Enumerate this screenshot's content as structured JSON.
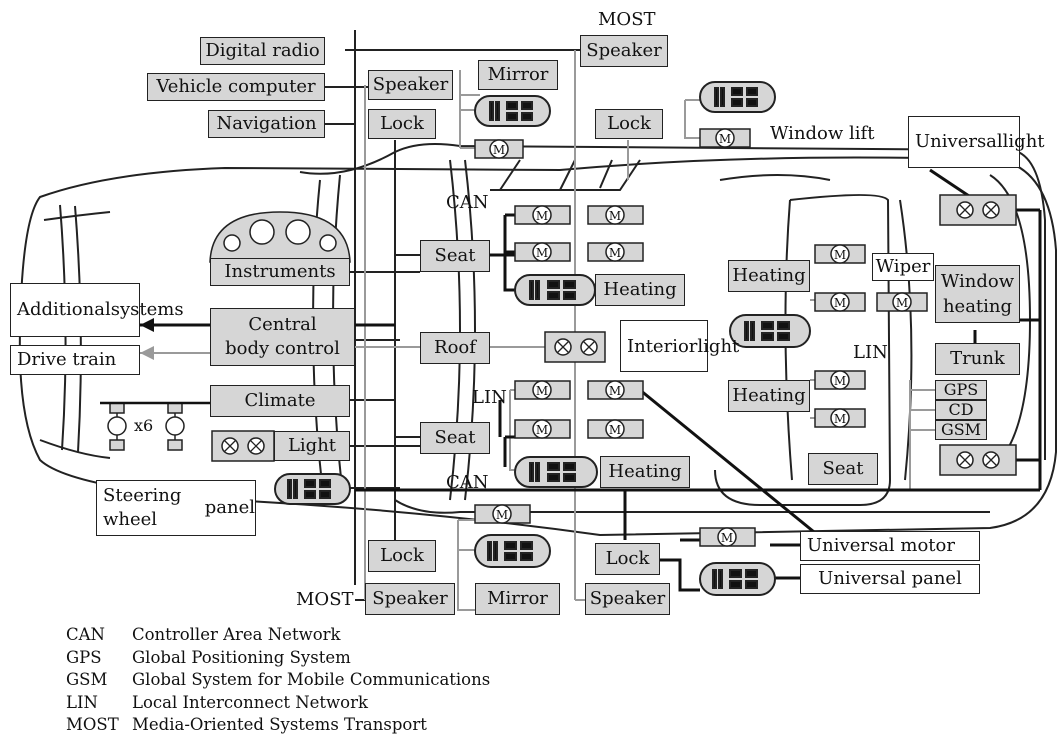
{
  "labels": {
    "most_top": "MOST",
    "most_bottom": "MOST",
    "can_top": "CAN",
    "can_bottom": "CAN",
    "lin_left": "LIN",
    "lin_right": "LIN",
    "window_lift": "Window lift",
    "x6": "x6"
  },
  "boxes": {
    "digital_radio": "Digital radio",
    "vehicle_computer": "Vehicle computer",
    "navigation": "Navigation",
    "speaker_top_center": "Speaker",
    "speaker_top_right": "Speaker",
    "mirror_top": "Mirror",
    "lock_top_left": "Lock",
    "lock_top_right": "Lock",
    "universal_light": [
      "Universal",
      "light"
    ],
    "instruments": "Instruments",
    "seat_top": "Seat",
    "heating_seat_top": "Heating",
    "additional_systems": [
      "Additional",
      "systems"
    ],
    "drive_train": "Drive train",
    "central_body_control": [
      "Central",
      "body control"
    ],
    "roof": "Roof",
    "interior_light": [
      "Interior",
      "light"
    ],
    "climate": "Climate",
    "light": "Light",
    "seat_bottom": "Seat",
    "heating_seat_bottom": "Heating",
    "steering_wheel_panel": [
      "Steering wheel",
      "panel"
    ],
    "heating_rear_top": "Heating",
    "heating_rear_bottom": "Heating",
    "wiper": "Wiper",
    "window_heating": [
      "Window",
      "heating"
    ],
    "trunk": "Trunk",
    "gps": "GPS",
    "cd": "CD",
    "gsm": "GSM",
    "seat_rear": "Seat",
    "lock_bottom_left": "Lock",
    "lock_bottom_right": "Lock",
    "speaker_bottom_left": "Speaker",
    "mirror_bottom": "Mirror",
    "speaker_bottom_right": "Speaker",
    "universal_motor": "Universal motor",
    "universal_panel": "Universal panel"
  },
  "legend": [
    {
      "abbr": "CAN",
      "text": "Controller Area Network"
    },
    {
      "abbr": "GPS",
      "text": "Global Positioning System"
    },
    {
      "abbr": "GSM",
      "text": "Global System for Mobile Communications"
    },
    {
      "abbr": "LIN",
      "text": "Local Interconnect Network"
    },
    {
      "abbr": "MOST",
      "text": "Media-Oriented Systems Transport"
    }
  ],
  "icons": {
    "motor": "M",
    "lamp": "cross-circle",
    "switch_panel": "switch-panel"
  }
}
